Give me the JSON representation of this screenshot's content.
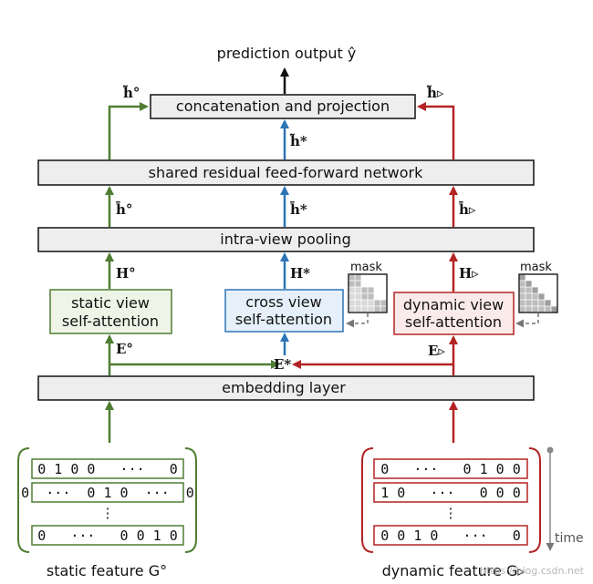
{
  "output_label": "prediction output ŷ",
  "boxes": {
    "concat": "concatenation and projection",
    "ffn": "shared residual feed-forward network",
    "pool": "intra-view pooling",
    "static_attn": [
      "static view",
      "self-attention"
    ],
    "cross_attn": [
      "cross view",
      "self-attention"
    ],
    "dynamic_attn": [
      "dynamic view",
      "self-attention"
    ],
    "embed": "embedding layer"
  },
  "symbols": {
    "h_tilde_static": "h̃°",
    "h_tilde_dynamic": "h̃▹",
    "h_tilde_cross": "h̃*",
    "h_bar_static": "h̄°",
    "h_bar_cross": "h̄*",
    "h_bar_dynamic": "h̄▹",
    "H_static": "H°",
    "H_cross": "H*",
    "H_dynamic": "H▹",
    "E_static": "E°",
    "E_cross": "E*",
    "E_dynamic": "E▹"
  },
  "mask_label": "mask",
  "static_rows": [
    "0 1 0 0   ···   0",
    "0  ···  0 1 0  ···  0",
    "⋮",
    "0   ···   0 0 1 0"
  ],
  "dynamic_rows": [
    "0   ···   0 1 0 0",
    "1 0   ···   0 0 0",
    "⋮",
    "0 0 1 0   ···   0"
  ],
  "static_caption": "static feature G°",
  "dynamic_caption": "dynamic feature G▹",
  "time_label": "time",
  "watermark": "https://blog.csdn.net",
  "colors": {
    "green": "#4f7d32",
    "blue": "#2e75b6",
    "red": "#b32424",
    "gray_box": "#eeeeee"
  }
}
